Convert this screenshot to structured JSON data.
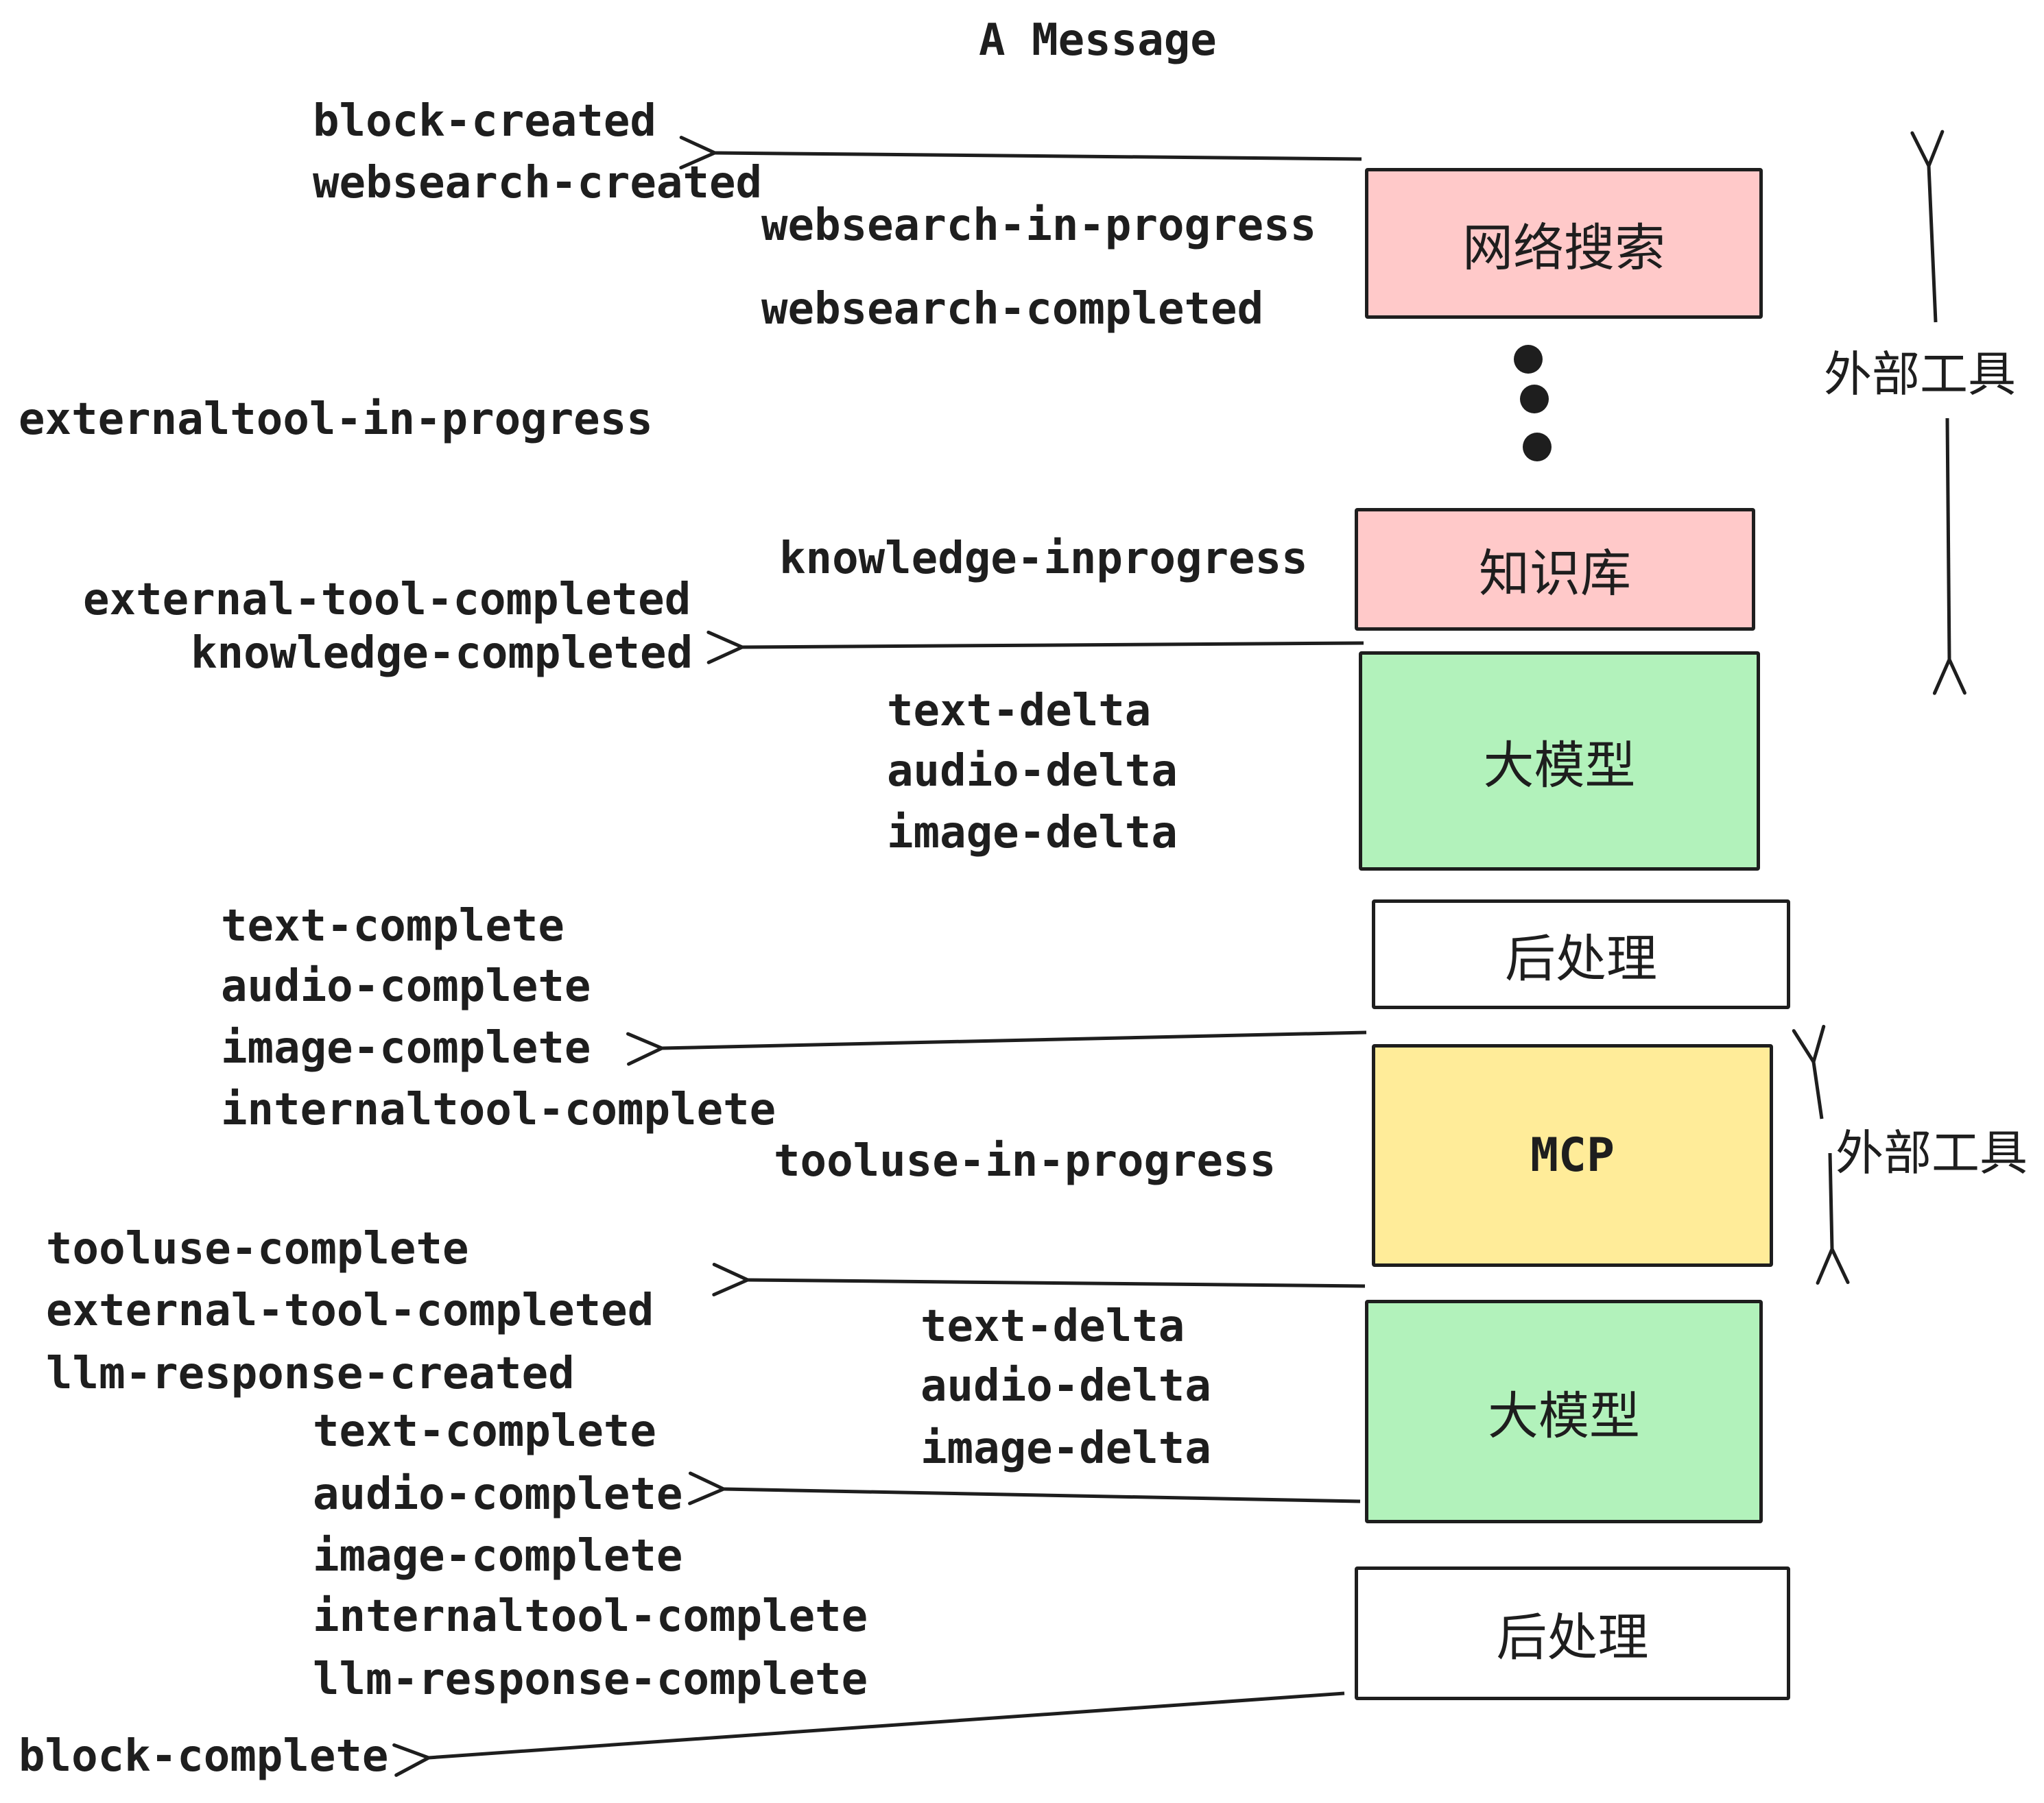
{
  "title": "A Message",
  "colors": {
    "pink": "#ffc9c9",
    "green": "#b2f2bb",
    "yellow": "#ffec99",
    "white": "#ffffff",
    "stroke": "#1e1e1e"
  },
  "boxes": {
    "websearch": "网络搜索",
    "knowledge": "知识库",
    "llm_1": "大模型",
    "post_1": "后处理",
    "mcp": "MCP",
    "llm_2": "大模型",
    "post_2": "后处理"
  },
  "side_labels": {
    "external_tools_top": "外部工具",
    "external_tools_mid": "外部工具"
  },
  "events": {
    "block_created": "block-created",
    "websearch_created": "websearch-created",
    "websearch_in_progress": "websearch-in-progress",
    "websearch_completed": "websearch-completed",
    "externaltool_in_progress": "externaltool-in-progress",
    "knowledge_inprogress": "knowledge-inprogress",
    "external_tool_completed_1": "external-tool-completed",
    "knowledge_completed": "knowledge-completed",
    "text_delta_1": "text-delta",
    "audio_delta_1": "audio-delta",
    "image_delta_1": "image-delta",
    "text_complete_1": "text-complete",
    "audio_complete_1": "audio-complete",
    "image_complete_1": "image-complete",
    "internaltool_complete_1": "internaltool-complete",
    "tooluse_in_progress": "tooluse-in-progress",
    "tooluse_complete": "tooluse-complete",
    "external_tool_completed_2": "external-tool-completed",
    "llm_response_created": "llm-response-created",
    "text_delta_2": "text-delta",
    "audio_delta_2": "audio-delta",
    "image_delta_2": "image-delta",
    "text_complete_2": "text-complete",
    "audio_complete_2": "audio-complete",
    "image_complete_2": "image-complete",
    "internaltool_complete_2": "internaltool-complete",
    "llm_response_complete": "llm-response-complete",
    "block_complete": "block-complete"
  }
}
